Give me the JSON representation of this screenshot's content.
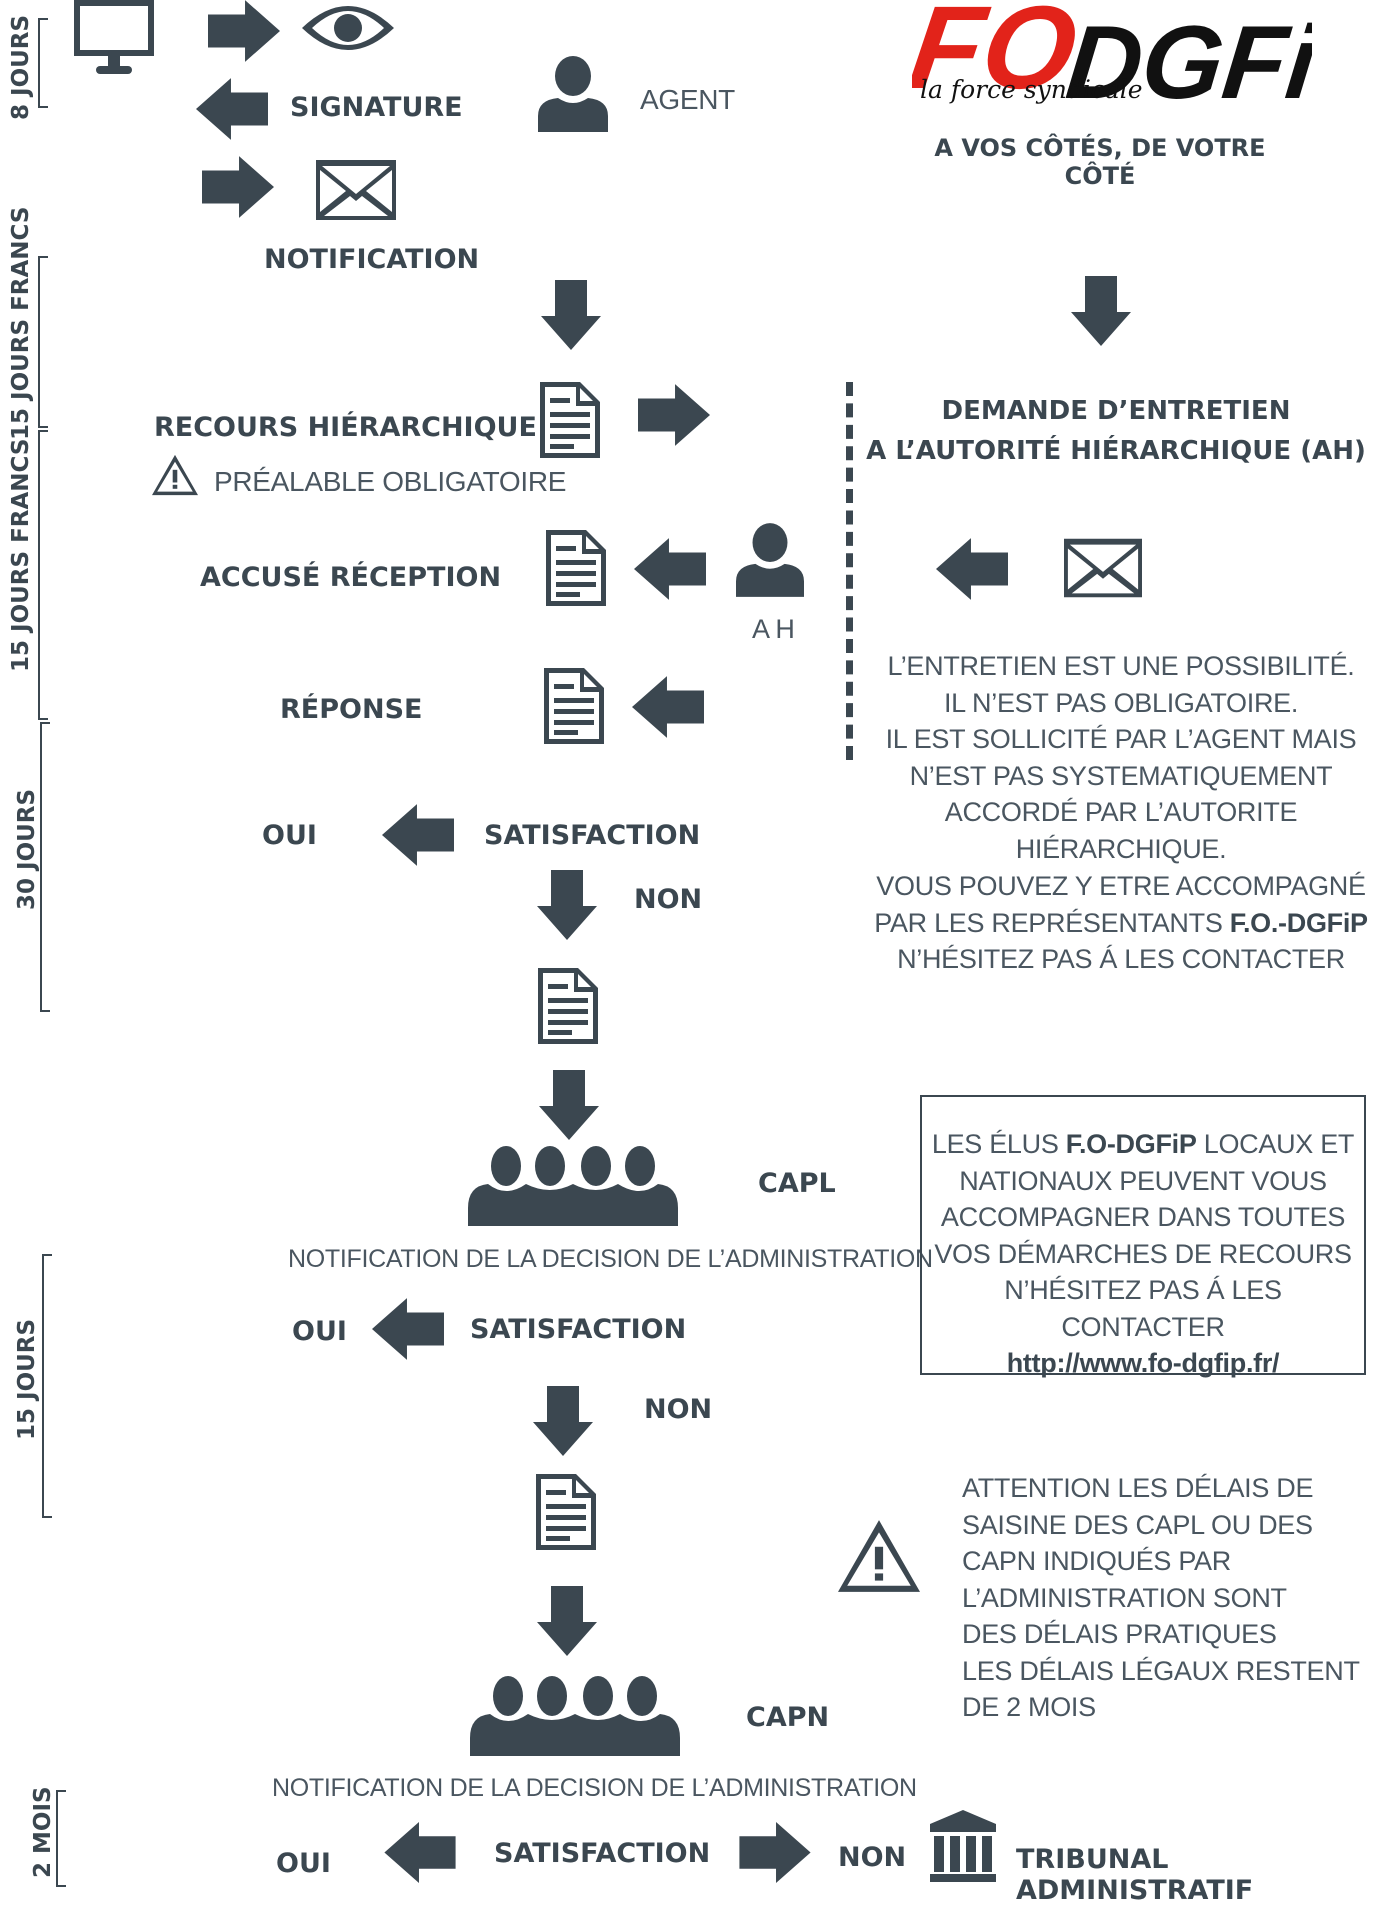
{
  "logo": {
    "brand_left": "FO",
    "brand_script": "la force syndicale",
    "brand_right": "DGFiP",
    "tagline": "A VOS CÔTÉS, DE VOTRE CÔTÉ"
  },
  "timeline": [
    "8 JOURS",
    "15 JOURS FRANCS",
    "15 JOURS FRANCS",
    "30 JOURS",
    "15 JOURS",
    "2 MOIS"
  ],
  "steps": {
    "signature": "SIGNATURE",
    "agent": "AGENT",
    "notification": "NOTIFICATION",
    "recours": "RECOURS HIÉRARCHIQUE",
    "prealable": "PRÉALABLE OBLIGATOIRE",
    "accuse": "ACCUSÉ RÉCEPTION",
    "ah": "A H",
    "reponse": "RÉPONSE",
    "oui1": "OUI",
    "satisfaction1": "SATISFACTION",
    "non1": "NON",
    "capl": "CAPL",
    "notif_decision1": "NOTIFICATION DE LA DECISION DE L’ADMINISTRATION",
    "oui2": "OUI",
    "satisfaction2": "SATISFACTION",
    "non2": "NON",
    "capn": "CAPN",
    "notif_decision2": "NOTIFICATION DE LA DECISION DE L’ADMINISTRATION",
    "oui3": "OUI",
    "satisfaction3": "SATISFACTION",
    "non3": "NON",
    "tribunal": "TRIBUNAL ADMINISTRATIF"
  },
  "right": {
    "demande_l1": "DEMANDE D’ENTRETIEN",
    "demande_l2": "A L’AUTORITÉ HIÉRARCHIQUE (AH)",
    "entretien": [
      "L’ENTRETIEN EST UNE POSSIBILITÉ.",
      "IL N’EST PAS OBLIGATOIRE.",
      "IL EST SOLLICITÉ PAR L’AGENT MAIS",
      "N’EST PAS SYSTEMATIQUEMENT",
      "ACCORDÉ PAR L’AUTORITE HIÉRARCHIQUE."
    ],
    "accomp_l1": "VOUS POUVEZ Y ETRE ACCOMPAGNÉ",
    "accomp_l2a": "PAR LES REPRÉSENTANTS ",
    "accomp_l2b": "F.O.-DGFiP",
    "accomp_l3": "N’HÉSITEZ PAS Á LES CONTACTER",
    "box_l1a": "LES ÉLUS ",
    "box_l1b": "F.O-DGFiP",
    "box_l1c": " LOCAUX ET",
    "box_lines": [
      "NATIONAUX PEUVENT VOUS",
      "ACCOMPAGNER DANS  TOUTES",
      "VOS DÉMARCHES DE RECOURS",
      "N’HÉSITEZ PAS Á  LES CONTACTER"
    ],
    "box_url": "http://www.fo-dgfip.fr/",
    "attention": [
      "ATTENTION LES DÉLAIS DE",
      "SAISINE DES CAPL OU DES",
      "CAPN INDIQUÉS PAR",
      "L’ADMINISTRATION SONT",
      "DES DÉLAIS PRATIQUES",
      "LES DÉLAIS LÉGAUX RESTENT",
      "DE 2 MOIS"
    ]
  }
}
